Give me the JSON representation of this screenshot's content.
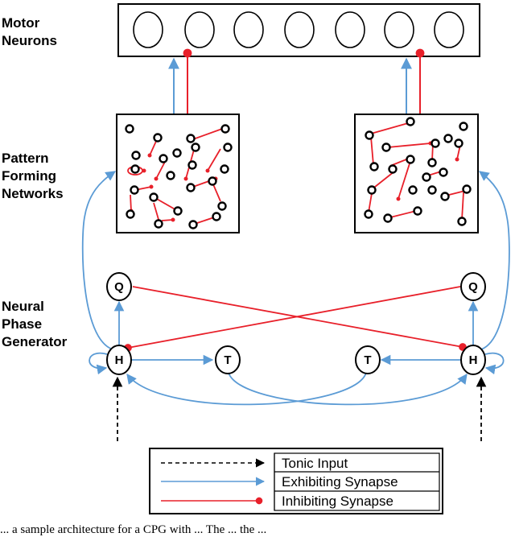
{
  "labels": {
    "motor": [
      "Motor",
      "Neurons"
    ],
    "pattern": [
      "Pattern",
      "Forming",
      "Networks"
    ],
    "phase": [
      "Neural",
      "Phase",
      "Generator"
    ]
  },
  "nodes": {
    "q_left": "Q",
    "q_right": "Q",
    "h_left": "H",
    "h_right": "H",
    "t_left": "T",
    "t_right": "T"
  },
  "legend": {
    "tonic": "Tonic Input",
    "exhibiting": "Exhibiting Synapse",
    "inhibiting": "Inhibiting Synapse"
  },
  "caption": "... a sample architecture for a CPG with ... The ... the ...",
  "colors": {
    "excitatory": "#5b9bd5",
    "inhibitory": "#e8202a",
    "tonic": "#000000"
  },
  "motor_neuron_count": 7
}
